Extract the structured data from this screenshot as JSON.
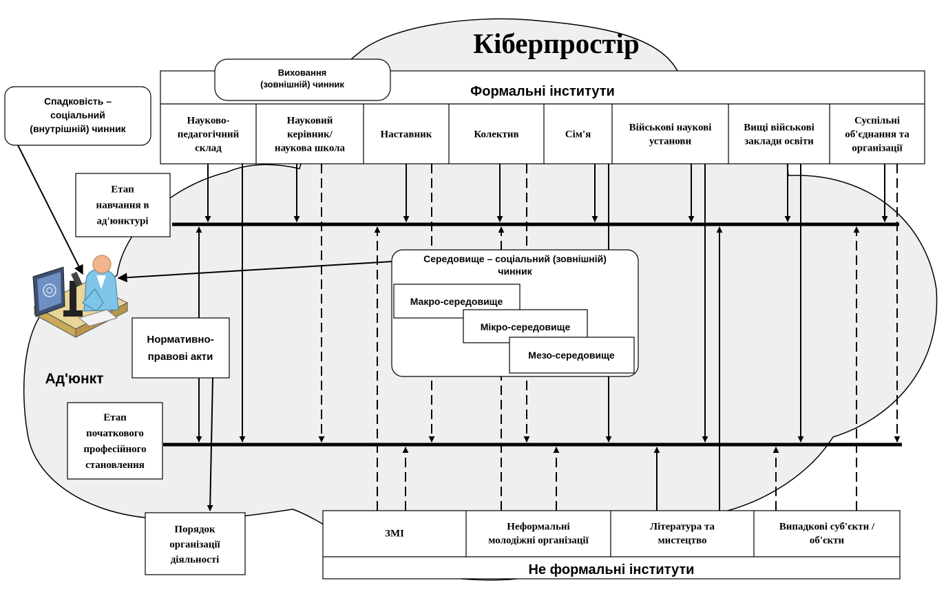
{
  "cyberspace": {
    "title": "Кіберпростір"
  },
  "formal": {
    "header": "Формальні інститути",
    "cells": [
      [
        "Науково-",
        "педагогічний",
        "склад"
      ],
      [
        "Науковий",
        "керівник/",
        "наукова школа"
      ],
      [
        "Наставник"
      ],
      [
        "Колектив"
      ],
      [
        "Сім'я"
      ],
      [
        "Військові наукові",
        "установи"
      ],
      [
        "Вищі військові",
        "заклади освіти"
      ],
      [
        "Суспільні",
        "об'єднання та",
        "організації"
      ]
    ]
  },
  "upbringing": {
    "lines": [
      "Виховання",
      "(зовнішній) чинник"
    ]
  },
  "heredity": {
    "lines": [
      "Спадковість –",
      "соціальний",
      "(внутрішній) чинник"
    ]
  },
  "stage_training": {
    "lines": [
      "Етап",
      "навчання в",
      "ад'юнктурі"
    ]
  },
  "stage_professional": {
    "lines": [
      "Етап",
      "початкового",
      "професійного",
      "становлення"
    ]
  },
  "normative": {
    "lines": [
      "Нормативно-",
      "правові акти"
    ]
  },
  "procedure": {
    "lines": [
      "Порядок",
      "організації",
      "діяльності"
    ]
  },
  "adjunct": {
    "label": "Ад'юнкт"
  },
  "environment": {
    "title": [
      "Середовище – соціальний (зовнішній)",
      "чинник"
    ],
    "macro": "Макро-середовище",
    "micro": "Мікро-середовище",
    "meso": "Мезо-середовище"
  },
  "informal": {
    "header": "Не формальні інститути",
    "cells": [
      [
        "ЗМІ"
      ],
      [
        "Неформальні",
        "молодіжні організації"
      ],
      [
        "Література та",
        "мистецтво"
      ],
      [
        "Випадкові суб'єкти /",
        "об'єкти"
      ]
    ]
  }
}
